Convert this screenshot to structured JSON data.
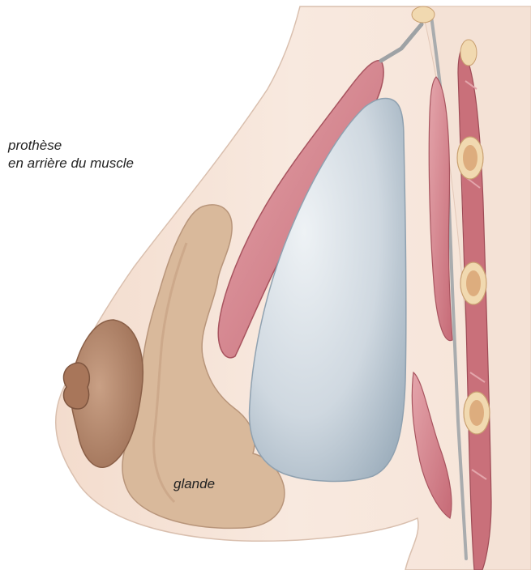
{
  "labels": {
    "implant_line1": "prothèse",
    "implant_line2": "en arrière du muscle",
    "gland": "glande"
  },
  "colors": {
    "skin": "#f7e7dc",
    "skin_shadow": "#e9cfbf",
    "gland": "#d9b99b",
    "gland_dark": "#c49f80",
    "areola": "#b88b6c",
    "implant": "#c9d3dc",
    "implant_highlight": "#e8eef3",
    "muscle": "#c9707a",
    "muscle_light": "#e3a5ab",
    "rib": "#f1d9b0",
    "rib_core": "#d49a6a",
    "membrane": "#a9acae",
    "outline": "#7a5a4a"
  },
  "icons": [
    "breast-implant-diagram"
  ]
}
